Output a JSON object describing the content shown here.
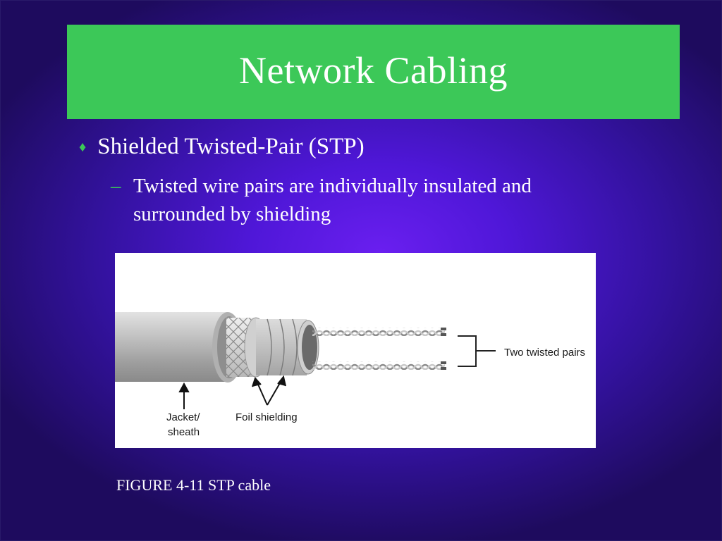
{
  "slide": {
    "title": "Network Cabling",
    "bullet": {
      "icon": "diamond-bullet-icon",
      "text": "Shielded Twisted-Pair (STP)"
    },
    "sub_bullet": {
      "icon": "dash",
      "text": "Twisted wire pairs are individually insulated and surrounded by shielding"
    },
    "figure": {
      "labels": {
        "jacket_line1": "Jacket/",
        "jacket_line2": "sheath",
        "foil": "Foil shielding",
        "pairs": "Two twisted pairs"
      }
    },
    "caption": "FIGURE 4-11 STP cable"
  },
  "colors": {
    "title_bar": "#3cc858",
    "background": "#4f17d8",
    "text": "#ffffff",
    "bullet": "#3cc858"
  }
}
